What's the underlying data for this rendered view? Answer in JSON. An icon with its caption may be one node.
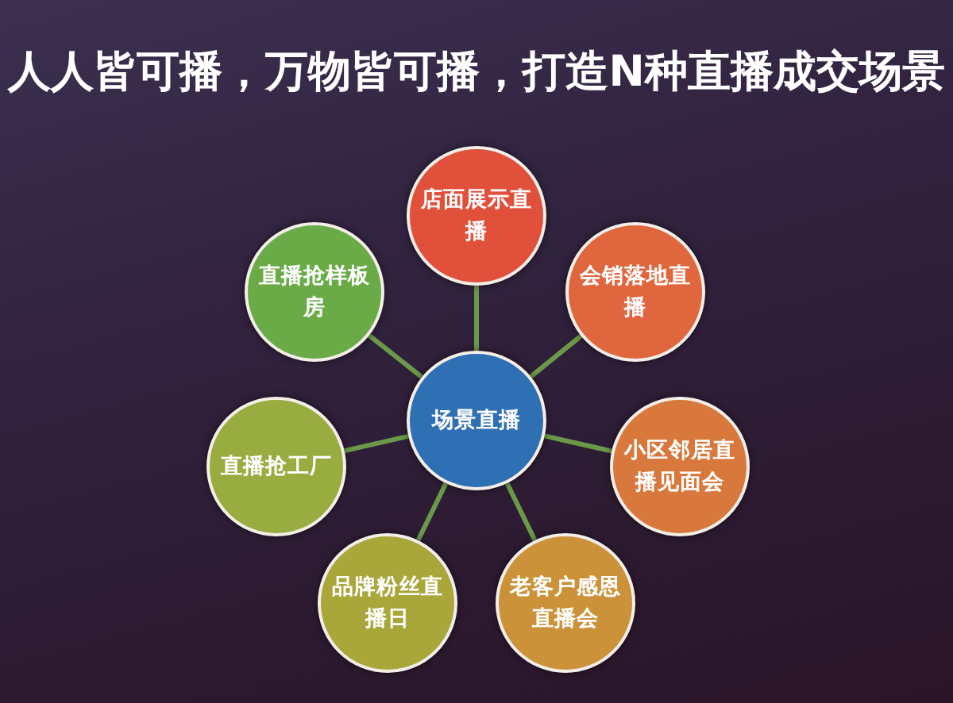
{
  "diagram": {
    "title": "人人皆可播，万物皆可播，打造N种直播成交场景",
    "nodes": [
      {
        "text": [
          "店面展示直播"
        ]
      },
      {
        "text": [
          "直播抢样板房"
        ]
      },
      {
        "text": [
          "会销落地直播"
        ]
      },
      {
        "text": [
          "场景直播"
        ]
      },
      {
        "text": [
          "直播抢工厂"
        ]
      },
      {
        "text": [
          "小区邻居直播见面会"
        ]
      },
      {
        "text": [
          "品牌粉丝直播日"
        ]
      },
      {
        "text": [
          "老客户感恩直播会"
        ]
      }
    ],
    "edges": [
      {
        "from": 3,
        "to": 0,
        "arrow": "none"
      },
      {
        "from": 3,
        "to": 1,
        "arrow": "none"
      },
      {
        "from": 3,
        "to": 2,
        "arrow": "none"
      },
      {
        "from": 3,
        "to": 4,
        "arrow": "none"
      },
      {
        "from": 3,
        "to": 5,
        "arrow": "none"
      },
      {
        "from": 3,
        "to": 6,
        "arrow": "none"
      },
      {
        "from": 3,
        "to": 7,
        "arrow": "none"
      }
    ]
  }
}
